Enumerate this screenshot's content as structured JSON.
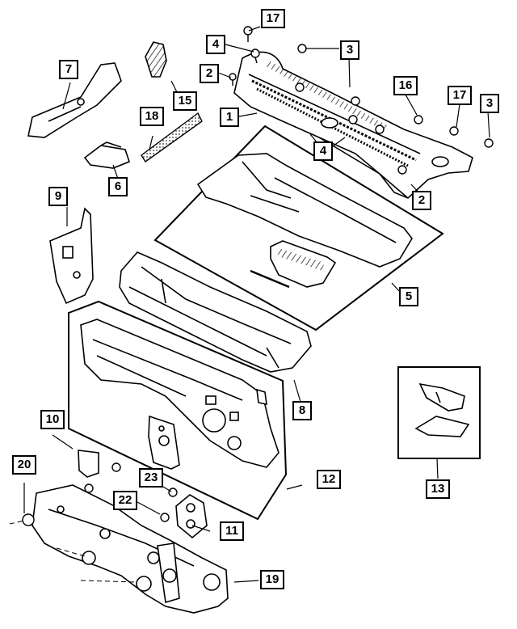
{
  "diagram": {
    "callouts": {
      "c1": "1",
      "c2a": "2",
      "c2b": "2",
      "c3a": "3",
      "c3b": "3",
      "c4a": "4",
      "c4b": "4",
      "c5": "5",
      "c6": "6",
      "c7": "7",
      "c8": "8",
      "c9": "9",
      "c10": "10",
      "c11": "11",
      "c12": "12",
      "c13": "13",
      "c15": "15",
      "c16": "16",
      "c17a": "17",
      "c17b": "17",
      "c18": "18",
      "c19": "19",
      "c20": "20",
      "c22": "22",
      "c23": "23"
    }
  },
  "colors": {
    "line": "#000000",
    "fill": "#ffffff",
    "hatch": "#555555"
  }
}
